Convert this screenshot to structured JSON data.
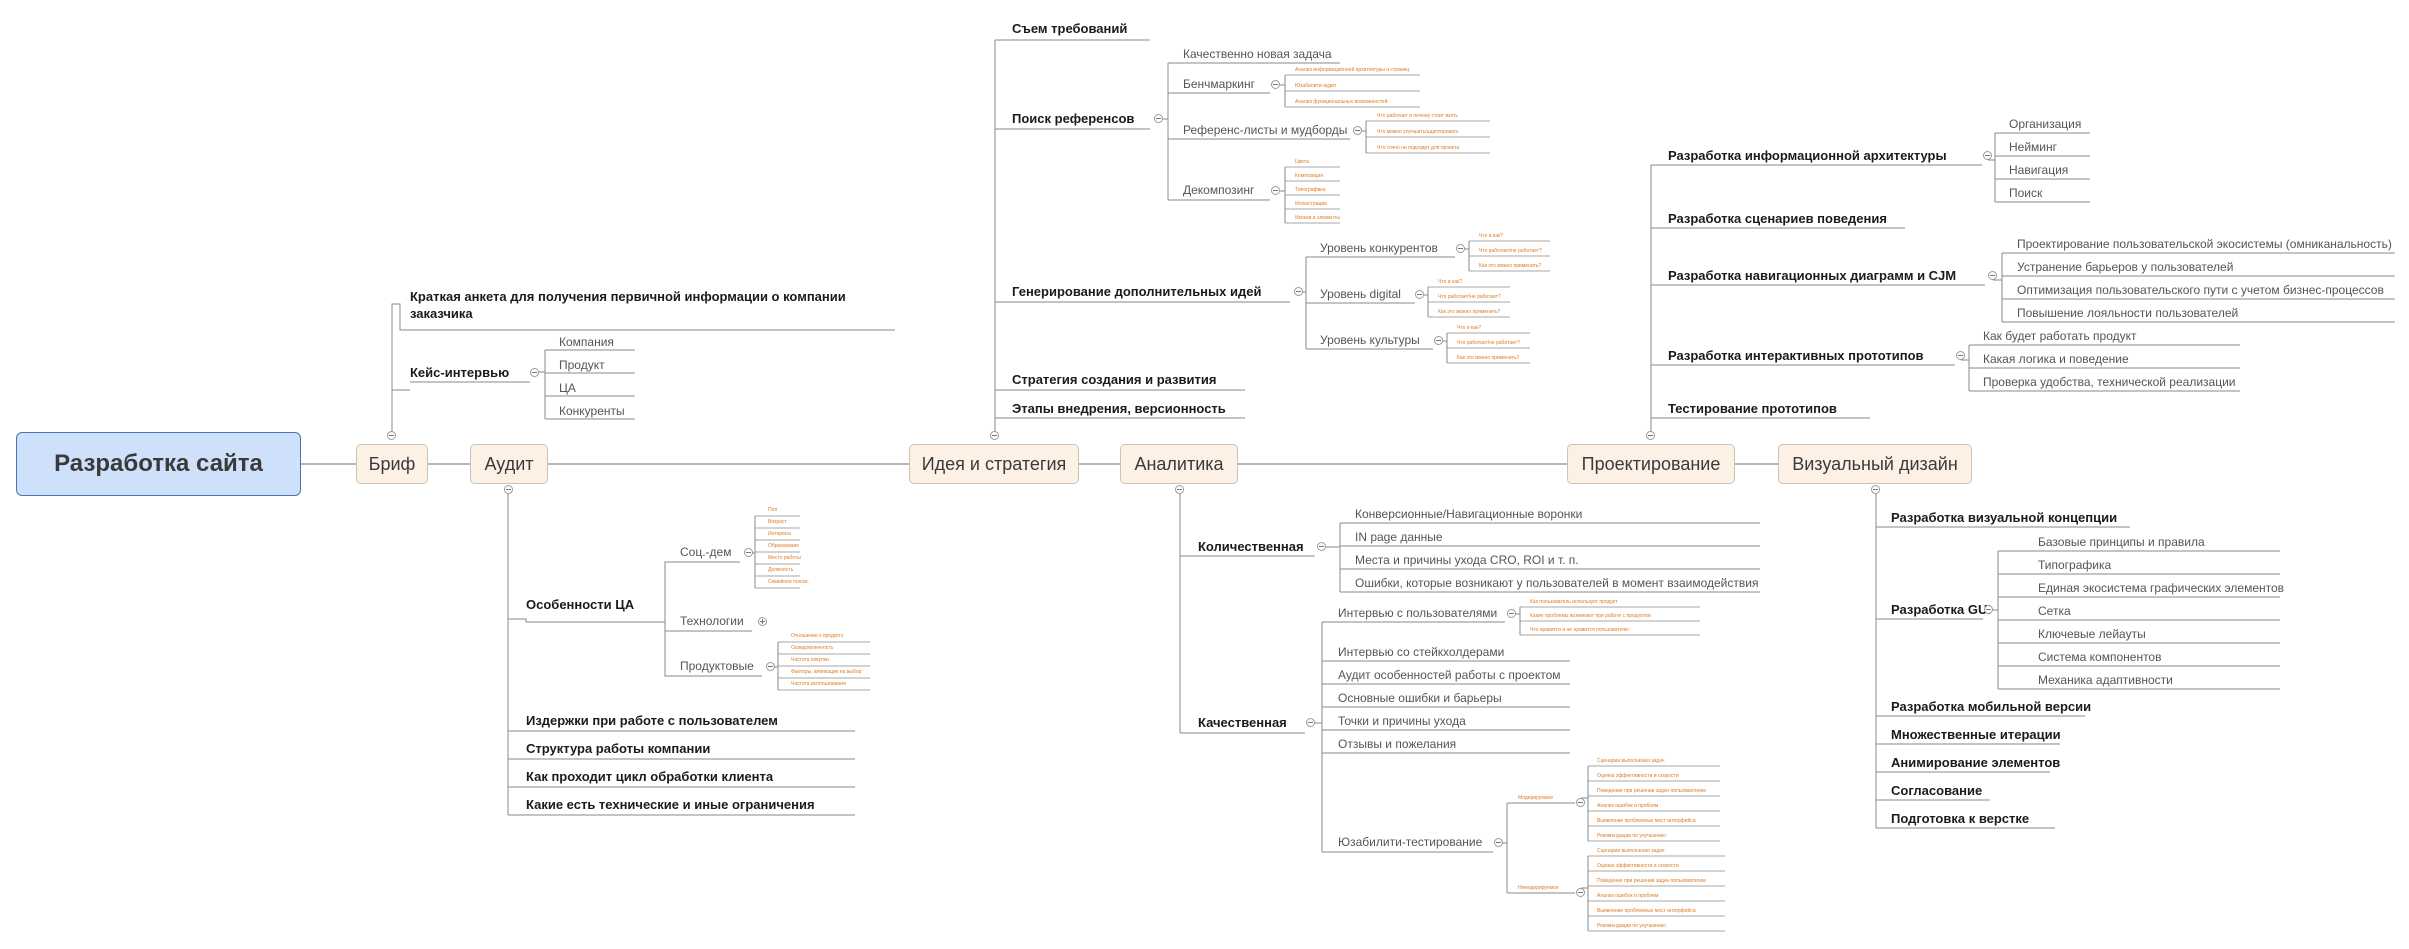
{
  "root": "Разработка сайта",
  "brief": {
    "title": "Бриф",
    "anketa": "Краткая анкета для получения первичной информации о компании заказчика",
    "interview": "Кейс-интервью",
    "interview_items": [
      "Компания",
      "Продукт",
      "ЦА",
      "Конкуренты"
    ]
  },
  "audit": {
    "title": "Аудит",
    "features": "Особенности ЦА",
    "socdem": "Соц.-дем",
    "socdem_items": [
      "Пол",
      "Возраст",
      "Интересы",
      "Образование",
      "Место работы",
      "Должность",
      "Семейное полож."
    ],
    "tech": "Технологии",
    "product": "Продуктовые",
    "product_items": [
      "Отношение к продукту",
      "Осведомленность",
      "Частота покупки",
      "Факторы, влияющие на выбор",
      "Частота использования"
    ],
    "others": [
      "Издержки при работе с пользователем",
      "Структура работы компании",
      "Как проходит цикл обработки клиента",
      "Какие есть технические и иные ограничения"
    ]
  },
  "idea": {
    "title": "Идея и стратегия",
    "req": "Съем требований",
    "refs": "Поиск референсов",
    "new_task": "Качественно новая задача",
    "bench": "Бенчмаркинг",
    "bench_items": [
      "Анализ информационной архитектуры и страниц",
      "Юзабилити-аудит",
      "Анализ функциональных возможностей"
    ],
    "mood": "Референс-листы и мудборды",
    "mood_items": [
      "Что работает и почему стоит взять",
      "Что можно улучшить/адаптировать",
      "Что точно не подходит для проекта"
    ],
    "decomp": "Декомпозинг",
    "decomp_items": [
      "Цвета",
      "Композиция",
      "Типографика",
      "Иллюстрации",
      "Иконки и элементы"
    ],
    "gen": "Генерирование дополнительных идей",
    "lvl_comp": "Уровень конкурентов",
    "lvl_digital": "Уровень digital",
    "lvl_culture": "Уровень культуры",
    "lvl_items": [
      "Что и как?",
      "Что работает/не работает?",
      "Как это можно применить?"
    ],
    "strategy": "Стратегия создания и развития",
    "stages": "Этапы внедрения, версионность"
  },
  "analytics": {
    "title": "Аналитика",
    "quant": "Количественная",
    "quant_items": [
      "Конверсионные/Навигационные воронки",
      "IN page данные",
      "Места и причины ухода CRO, ROI и т. п.",
      "Ошибки, которые возникают у пользователей в момент взаимодействия"
    ],
    "qual": "Качественная",
    "user_int": "Интервью с пользователями",
    "user_int_items": [
      "Как пользователь использует продукт",
      "Какие проблемы возникают при работе с продуктом",
      "Что нравится и не нравится пользователю"
    ],
    "qual_items": [
      "Интервью со стейкхолдерами",
      "Аудит особенностей работы с проектом",
      "Основные ошибки и барьеры",
      "Точки и причины ухода",
      "Отзывы и пожелания"
    ],
    "usab": "Юзабилити-тестирование",
    "mod": "Модерируемое",
    "unmod": "Немодерируемое",
    "usab_items": [
      "Сценарии выполнения задач",
      "Оценка эффективности и скорости",
      "Поведение при решении задач пользователем",
      "Анализ ошибок и проблем",
      "Выявление проблемных мест интерфейса",
      "Рекомендации по улучшению"
    ]
  },
  "proj": {
    "title": "Проектирование",
    "ia": "Разработка информационной архитектуры",
    "ia_items": [
      "Организация",
      "Нейминг",
      "Навигация",
      "Поиск"
    ],
    "scen": "Разработка сценариев поведения",
    "cjm": "Разработка навигационных диаграмм и CJM",
    "cjm_items": [
      "Проектирование пользовательской экосистемы (омниканальность)",
      "Устранение барьеров у пользователей",
      "Оптимизация пользовательского пути с учетом бизнес-процессов",
      "Повышение лояльности пользователей"
    ],
    "proto": "Разработка интерактивных прототипов",
    "proto_items": [
      "Как будет работать продукт",
      "Какая логика и поведение",
      "Проверка удобства, технической реализации"
    ],
    "test": "Тестирование прототипов"
  },
  "visual": {
    "title": "Визуальный дизайн",
    "concept": "Разработка визуальной концепции",
    "gui": "Разработка GUI",
    "gui_items": [
      "Базовые принципы и правила",
      "Типографика",
      "Единая экосистема графических элементов",
      "Сетка",
      "Ключевые лейауты",
      "Система компонентов",
      "Механика адаптивности"
    ],
    "others": [
      "Разработка мобильной версии",
      "Множественные итерации",
      "Анимирование элементов",
      "Согласование",
      "Подготовка к верстке"
    ]
  },
  "colors": {
    "root_fill": "#cfe0fb",
    "root_border": "#4b74b7",
    "topic_fill": "#fdf1e6",
    "leaf_text": "#e07b22",
    "line": "#8a8a8a"
  }
}
